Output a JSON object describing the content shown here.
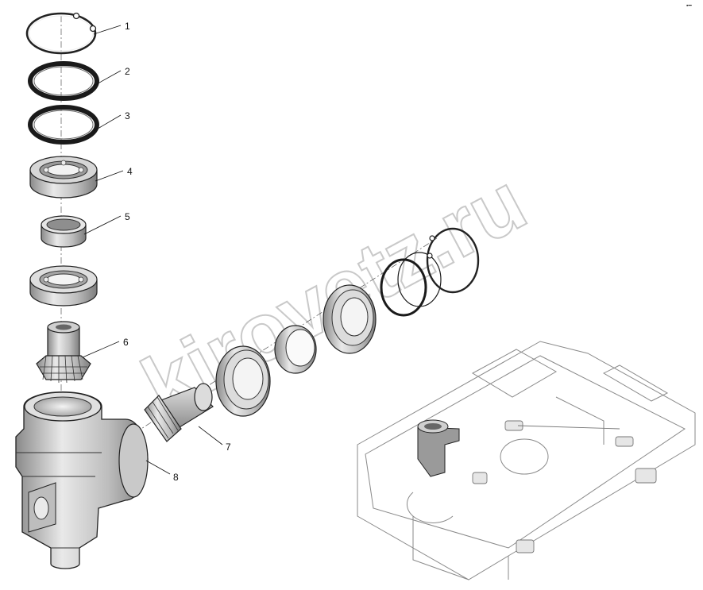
{
  "callouts": [
    {
      "id": "1",
      "label": "1"
    },
    {
      "id": "2",
      "label": "2"
    },
    {
      "id": "3",
      "label": "3"
    },
    {
      "id": "4",
      "label": "4"
    },
    {
      "id": "5",
      "label": "5"
    },
    {
      "id": "6",
      "label": "6"
    },
    {
      "id": "7",
      "label": "7"
    },
    {
      "id": "8",
      "label": "8"
    }
  ],
  "watermark": "kirovetz.ru",
  "corner_mark": "▪︎━"
}
